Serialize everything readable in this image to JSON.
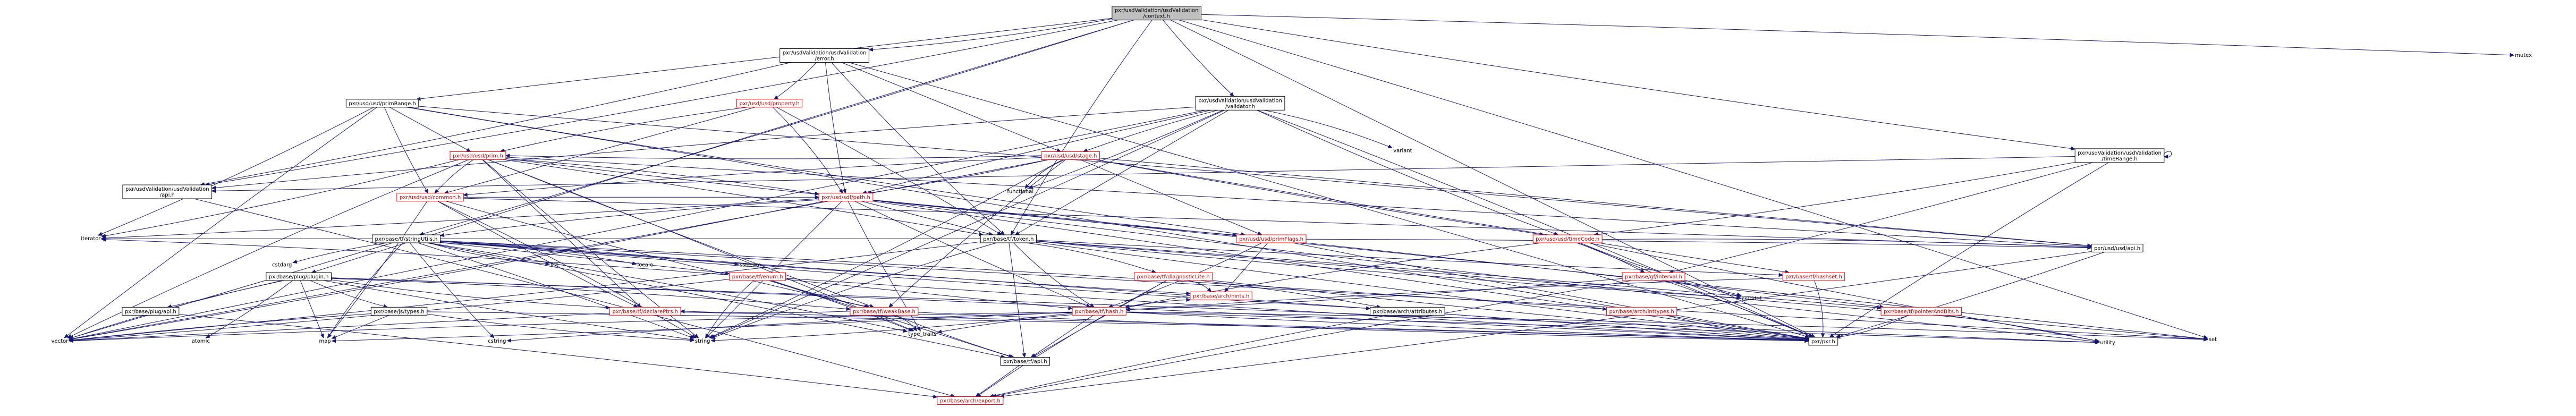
{
  "colors": {
    "edge": "#191970",
    "root_fill": "#bfbfbf",
    "node_fill": "#ffffff",
    "node_stroke": "#000000",
    "link_stroke": "#ff0000",
    "link_text": "#d00000"
  },
  "nodes": [
    {
      "id": "root",
      "lines": [
        "pxr/usdValidation/usdValidation",
        "/context.h"
      ],
      "kind": "root"
    },
    {
      "id": "error",
      "lines": [
        "pxr/usdValidation/usdValidation",
        "/error.h"
      ],
      "kind": "box"
    },
    {
      "id": "mutex",
      "lines": [
        "mutex"
      ],
      "kind": "leaf"
    },
    {
      "id": "primRange",
      "lines": [
        "pxr/usd/usd/primRange.h"
      ],
      "kind": "box"
    },
    {
      "id": "property",
      "lines": [
        "pxr/usd/usd/property.h"
      ],
      "kind": "red"
    },
    {
      "id": "validator",
      "lines": [
        "pxr/usdValidation/usdValidation",
        "/validator.h"
      ],
      "kind": "box"
    },
    {
      "id": "prim",
      "lines": [
        "pxr/usd/usd/prim.h"
      ],
      "kind": "red"
    },
    {
      "id": "stage",
      "lines": [
        "pxr/usd/usd/stage.h"
      ],
      "kind": "red"
    },
    {
      "id": "variant",
      "lines": [
        "variant"
      ],
      "kind": "leaf"
    },
    {
      "id": "timeRange",
      "lines": [
        "pxr/usdValidation/usdValidation",
        "/timeRange.h"
      ],
      "kind": "box"
    },
    {
      "id": "apiV",
      "lines": [
        "pxr/usdValidation/usdValidation",
        "/api.h"
      ],
      "kind": "box"
    },
    {
      "id": "common",
      "lines": [
        "pxr/usd/usd/common.h"
      ],
      "kind": "red"
    },
    {
      "id": "path",
      "lines": [
        "pxr/usd/sdf/path.h"
      ],
      "kind": "red"
    },
    {
      "id": "functional",
      "lines": [
        "functional"
      ],
      "kind": "leaf"
    },
    {
      "id": "iterator",
      "lines": [
        "iterator"
      ],
      "kind": "leaf"
    },
    {
      "id": "stringUtils",
      "lines": [
        "pxr/base/tf/stringUtils.h"
      ],
      "kind": "box"
    },
    {
      "id": "token",
      "lines": [
        "pxr/base/tf/token.h"
      ],
      "kind": "box"
    },
    {
      "id": "primFlags",
      "lines": [
        "pxr/usd/usd/primFlags.h"
      ],
      "kind": "red"
    },
    {
      "id": "timeCode",
      "lines": [
        "pxr/usd/usd/timeCode.h"
      ],
      "kind": "red"
    },
    {
      "id": "apiUsd",
      "lines": [
        "pxr/usd/usd/api.h"
      ],
      "kind": "box"
    },
    {
      "id": "plugin",
      "lines": [
        "pxr/base/plug/plugin.h"
      ],
      "kind": "box"
    },
    {
      "id": "cstdarg",
      "lines": [
        "cstdarg"
      ],
      "kind": "leaf"
    },
    {
      "id": "list",
      "lines": [
        "list"
      ],
      "kind": "leaf"
    },
    {
      "id": "locale",
      "lines": [
        "locale"
      ],
      "kind": "leaf"
    },
    {
      "id": "sstream",
      "lines": [
        "sstream"
      ],
      "kind": "leaf"
    },
    {
      "id": "enum",
      "lines": [
        "pxr/base/tf/enum.h"
      ],
      "kind": "red"
    },
    {
      "id": "diagnosticLite",
      "lines": [
        "pxr/base/tf/diagnosticLite.h"
      ],
      "kind": "red"
    },
    {
      "id": "interval",
      "lines": [
        "pxr/base/gf/interval.h"
      ],
      "kind": "red"
    },
    {
      "id": "hashset",
      "lines": [
        "pxr/base/tf/hashset.h"
      ],
      "kind": "red"
    },
    {
      "id": "plugApi",
      "lines": [
        "pxr/base/plug/api.h"
      ],
      "kind": "box"
    },
    {
      "id": "jsTypes",
      "lines": [
        "pxr/base/js/types.h"
      ],
      "kind": "box"
    },
    {
      "id": "declarePtrs",
      "lines": [
        "pxr/base/tf/declarePtrs.h"
      ],
      "kind": "red"
    },
    {
      "id": "weakBase",
      "lines": [
        "pxr/base/tf/weakBase.h"
      ],
      "kind": "red"
    },
    {
      "id": "hash",
      "lines": [
        "pxr/base/tf/hash.h"
      ],
      "kind": "red"
    },
    {
      "id": "hints",
      "lines": [
        "pxr/base/arch/hints.h"
      ],
      "kind": "red"
    },
    {
      "id": "attributes",
      "lines": [
        "pxr/base/arch/attributes.h"
      ],
      "kind": "box"
    },
    {
      "id": "inttypes",
      "lines": [
        "pxr/base/arch/inttypes.h"
      ],
      "kind": "red"
    },
    {
      "id": "pointerAndBits",
      "lines": [
        "pxr/base/tf/pointerAndBits.h"
      ],
      "kind": "red"
    },
    {
      "id": "cstddef",
      "lines": [
        "cstddef"
      ],
      "kind": "leaf"
    },
    {
      "id": "pxr",
      "lines": [
        "pxr/pxr.h"
      ],
      "kind": "box"
    },
    {
      "id": "set",
      "lines": [
        "set"
      ],
      "kind": "leaf"
    },
    {
      "id": "utility",
      "lines": [
        "utility"
      ],
      "kind": "leaf"
    },
    {
      "id": "vector",
      "lines": [
        "vector"
      ],
      "kind": "leaf"
    },
    {
      "id": "atomic",
      "lines": [
        "atomic"
      ],
      "kind": "leaf"
    },
    {
      "id": "map",
      "lines": [
        "map"
      ],
      "kind": "leaf"
    },
    {
      "id": "cstring",
      "lines": [
        "cstring"
      ],
      "kind": "leaf"
    },
    {
      "id": "string",
      "lines": [
        "string"
      ],
      "kind": "leaf"
    },
    {
      "id": "type_traits",
      "lines": [
        "type_traits"
      ],
      "kind": "leaf"
    },
    {
      "id": "tfApi",
      "lines": [
        "pxr/base/tf/api.h"
      ],
      "kind": "box"
    },
    {
      "id": "export",
      "lines": [
        "pxr/base/arch/export.h"
      ],
      "kind": "red"
    }
  ],
  "edges": [
    [
      "root",
      "error"
    ],
    [
      "root",
      "mutex"
    ],
    [
      "root",
      "primRange"
    ],
    [
      "root",
      "validator"
    ],
    [
      "root",
      "timeRange"
    ],
    [
      "root",
      "apiV"
    ],
    [
      "root",
      "stringUtils"
    ],
    [
      "root",
      "pxr"
    ],
    [
      "root",
      "plugin"
    ],
    [
      "root",
      "token"
    ],
    [
      "root",
      "set"
    ],
    [
      "error",
      "property"
    ],
    [
      "error",
      "stage"
    ],
    [
      "error",
      "path"
    ],
    [
      "error",
      "token"
    ],
    [
      "error",
      "apiV"
    ],
    [
      "error",
      "pxr"
    ],
    [
      "primRange",
      "prim"
    ],
    [
      "primRange",
      "common"
    ],
    [
      "primRange",
      "primFlags"
    ],
    [
      "primRange",
      "iterator"
    ],
    [
      "primRange",
      "apiUsd"
    ],
    [
      "primRange",
      "pxr"
    ],
    [
      "primRange",
      "vector"
    ],
    [
      "property",
      "prim"
    ],
    [
      "property",
      "path"
    ],
    [
      "property",
      "token"
    ],
    [
      "property",
      "common"
    ],
    [
      "validator",
      "stage"
    ],
    [
      "validator",
      "timeCode"
    ],
    [
      "validator",
      "variant"
    ],
    [
      "validator",
      "functional"
    ],
    [
      "validator",
      "token"
    ],
    [
      "validator",
      "path"
    ],
    [
      "validator",
      "apiV"
    ],
    [
      "validator",
      "pxr"
    ],
    [
      "validator",
      "string"
    ],
    [
      "validator",
      "vector"
    ],
    [
      "prim",
      "common"
    ],
    [
      "prim",
      "primFlags"
    ],
    [
      "prim",
      "path"
    ],
    [
      "prim",
      "token"
    ],
    [
      "prim",
      "apiUsd"
    ],
    [
      "prim",
      "string"
    ],
    [
      "prim",
      "vector"
    ],
    [
      "prim",
      "iterator"
    ],
    [
      "prim",
      "type_traits"
    ],
    [
      "prim",
      "declarePtrs"
    ],
    [
      "prim",
      "weakBase"
    ],
    [
      "stage",
      "common"
    ],
    [
      "stage",
      "prim"
    ],
    [
      "stage",
      "path"
    ],
    [
      "stage",
      "primFlags"
    ],
    [
      "stage",
      "timeCode"
    ],
    [
      "stage",
      "functional"
    ],
    [
      "stage",
      "string"
    ],
    [
      "stage",
      "vector"
    ],
    [
      "stage",
      "apiUsd"
    ],
    [
      "stage",
      "hashset"
    ],
    [
      "stage",
      "weakBase"
    ],
    [
      "timeRange",
      "timeCode"
    ],
    [
      "timeRange",
      "interval"
    ],
    [
      "timeRange",
      "apiV"
    ],
    [
      "timeRange",
      "pxr"
    ],
    [
      "timeRange",
      "timeRange"
    ],
    [
      "apiV",
      "export"
    ],
    [
      "common",
      "apiUsd"
    ],
    [
      "common",
      "path"
    ],
    [
      "common",
      "declarePtrs"
    ],
    [
      "common",
      "weakBase"
    ],
    [
      "common",
      "string"
    ],
    [
      "common",
      "map"
    ],
    [
      "path",
      "token"
    ],
    [
      "path",
      "hash"
    ],
    [
      "path",
      "stringUtils"
    ],
    [
      "path",
      "pointerAndBits"
    ],
    [
      "path",
      "set"
    ],
    [
      "path",
      "string"
    ],
    [
      "path",
      "type_traits"
    ],
    [
      "path",
      "utility"
    ],
    [
      "path",
      "vector"
    ],
    [
      "path",
      "iterator"
    ],
    [
      "path",
      "pxr"
    ],
    [
      "stringUtils",
      "cstdarg"
    ],
    [
      "stringUtils",
      "list"
    ],
    [
      "stringUtils",
      "locale"
    ],
    [
      "stringUtils",
      "sstream"
    ],
    [
      "stringUtils",
      "enum"
    ],
    [
      "stringUtils",
      "hints"
    ],
    [
      "stringUtils",
      "attributes"
    ],
    [
      "stringUtils",
      "inttypes"
    ],
    [
      "stringUtils",
      "string"
    ],
    [
      "stringUtils",
      "vector"
    ],
    [
      "stringUtils",
      "set"
    ],
    [
      "stringUtils",
      "map"
    ],
    [
      "stringUtils",
      "type_traits"
    ],
    [
      "stringUtils",
      "tfApi"
    ],
    [
      "stringUtils",
      "pxr"
    ],
    [
      "stringUtils",
      "cstring"
    ],
    [
      "token",
      "hash"
    ],
    [
      "token",
      "diagnosticLite"
    ],
    [
      "token",
      "pointerAndBits"
    ],
    [
      "token",
      "tfApi"
    ],
    [
      "token",
      "hashset"
    ],
    [
      "token",
      "string"
    ],
    [
      "token",
      "vector"
    ],
    [
      "token",
      "set"
    ],
    [
      "token",
      "iterator"
    ],
    [
      "token",
      "pxr"
    ],
    [
      "token",
      "cstddef"
    ],
    [
      "primFlags",
      "hash"
    ],
    [
      "primFlags",
      "apiUsd"
    ],
    [
      "primFlags",
      "hints"
    ],
    [
      "primFlags",
      "pxr"
    ],
    [
      "timeCode",
      "hash"
    ],
    [
      "timeCode",
      "apiUsd"
    ],
    [
      "timeCode",
      "interval"
    ],
    [
      "timeCode",
      "pxr"
    ],
    [
      "timeCode",
      "utility"
    ],
    [
      "timeCode",
      "cstddef"
    ],
    [
      "apiUsd",
      "export"
    ],
    [
      "apiUsd",
      "pxr"
    ],
    [
      "plugin",
      "plugApi"
    ],
    [
      "plugin",
      "jsTypes"
    ],
    [
      "plugin",
      "declarePtrs"
    ],
    [
      "plugin",
      "weakBase"
    ],
    [
      "plugin",
      "atomic"
    ],
    [
      "plugin",
      "map"
    ],
    [
      "plugin",
      "string"
    ],
    [
      "plugin",
      "vector"
    ],
    [
      "plugin",
      "pxr"
    ],
    [
      "plugin",
      "utility"
    ],
    [
      "enum",
      "hash"
    ],
    [
      "enum",
      "weakBase"
    ],
    [
      "enum",
      "string"
    ],
    [
      "enum",
      "vector"
    ],
    [
      "enum",
      "type_traits"
    ],
    [
      "enum",
      "tfApi"
    ],
    [
      "enum",
      "pxr"
    ],
    [
      "enum",
      "iterator"
    ],
    [
      "diagnosticLite",
      "hints"
    ],
    [
      "diagnosticLite",
      "attributes"
    ],
    [
      "diagnosticLite",
      "tfApi"
    ],
    [
      "diagnosticLite",
      "pxr"
    ],
    [
      "diagnosticLite",
      "export"
    ],
    [
      "interval",
      "hash"
    ],
    [
      "interval",
      "pxr"
    ],
    [
      "interval",
      "cstddef"
    ],
    [
      "interval",
      "export"
    ],
    [
      "hashset",
      "hash"
    ],
    [
      "hashset",
      "pxr"
    ],
    [
      "plugApi",
      "export"
    ],
    [
      "jsTypes",
      "map"
    ],
    [
      "jsTypes",
      "vector"
    ],
    [
      "jsTypes",
      "string"
    ],
    [
      "jsTypes",
      "pxr"
    ],
    [
      "declarePtrs",
      "pxr"
    ],
    [
      "declarePtrs",
      "vector"
    ],
    [
      "weakBase",
      "tfApi"
    ],
    [
      "weakBase",
      "pxr"
    ],
    [
      "weakBase",
      "type_traits"
    ],
    [
      "weakBase",
      "declarePtrs"
    ],
    [
      "hash",
      "tfApi"
    ],
    [
      "hash",
      "pxr"
    ],
    [
      "hash",
      "cstring"
    ],
    [
      "hash",
      "string"
    ],
    [
      "hash",
      "map"
    ],
    [
      "hash",
      "utility"
    ],
    [
      "hash",
      "type_traits"
    ],
    [
      "hash",
      "vector"
    ],
    [
      "hash",
      "set"
    ],
    [
      "hash",
      "hints"
    ],
    [
      "attributes",
      "pxr"
    ],
    [
      "attributes",
      "export"
    ],
    [
      "inttypes",
      "pxr"
    ],
    [
      "pointerAndBits",
      "pxr"
    ],
    [
      "pointerAndBits",
      "utility"
    ],
    [
      "tfApi",
      "export"
    ]
  ]
}
